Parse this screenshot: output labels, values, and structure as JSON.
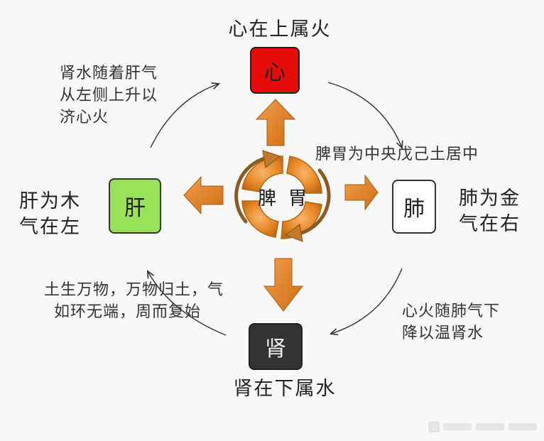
{
  "title_top": "心在上属火",
  "title_bottom": "肾在下属水",
  "spleen_caption": "脾胃为中央戊己土居中",
  "liver_caption": [
    "肝为木",
    "气在左"
  ],
  "lung_caption": [
    "肺为金",
    "气在右"
  ],
  "note_upper_left": [
    "肾水随着肝气",
    "从左侧上升以",
    "济心火"
  ],
  "note_lower_left": [
    "土生万物，万物归土，气",
    "如环无端，周而复始"
  ],
  "note_lower_right": [
    "心火随肺气下",
    "降以温肾水"
  ],
  "organs": {
    "heart": "心",
    "liver": "肝",
    "lung": "肺",
    "kidney": "肾"
  },
  "center": {
    "left": "脾",
    "right": "胃"
  },
  "colors": {
    "heart": "#e60c0c",
    "liver": "#9ae15a",
    "lung": "#ffffff",
    "kidney": "#333333",
    "arrow": "#e07f1f",
    "arrow_dark": "#9a5a18"
  }
}
